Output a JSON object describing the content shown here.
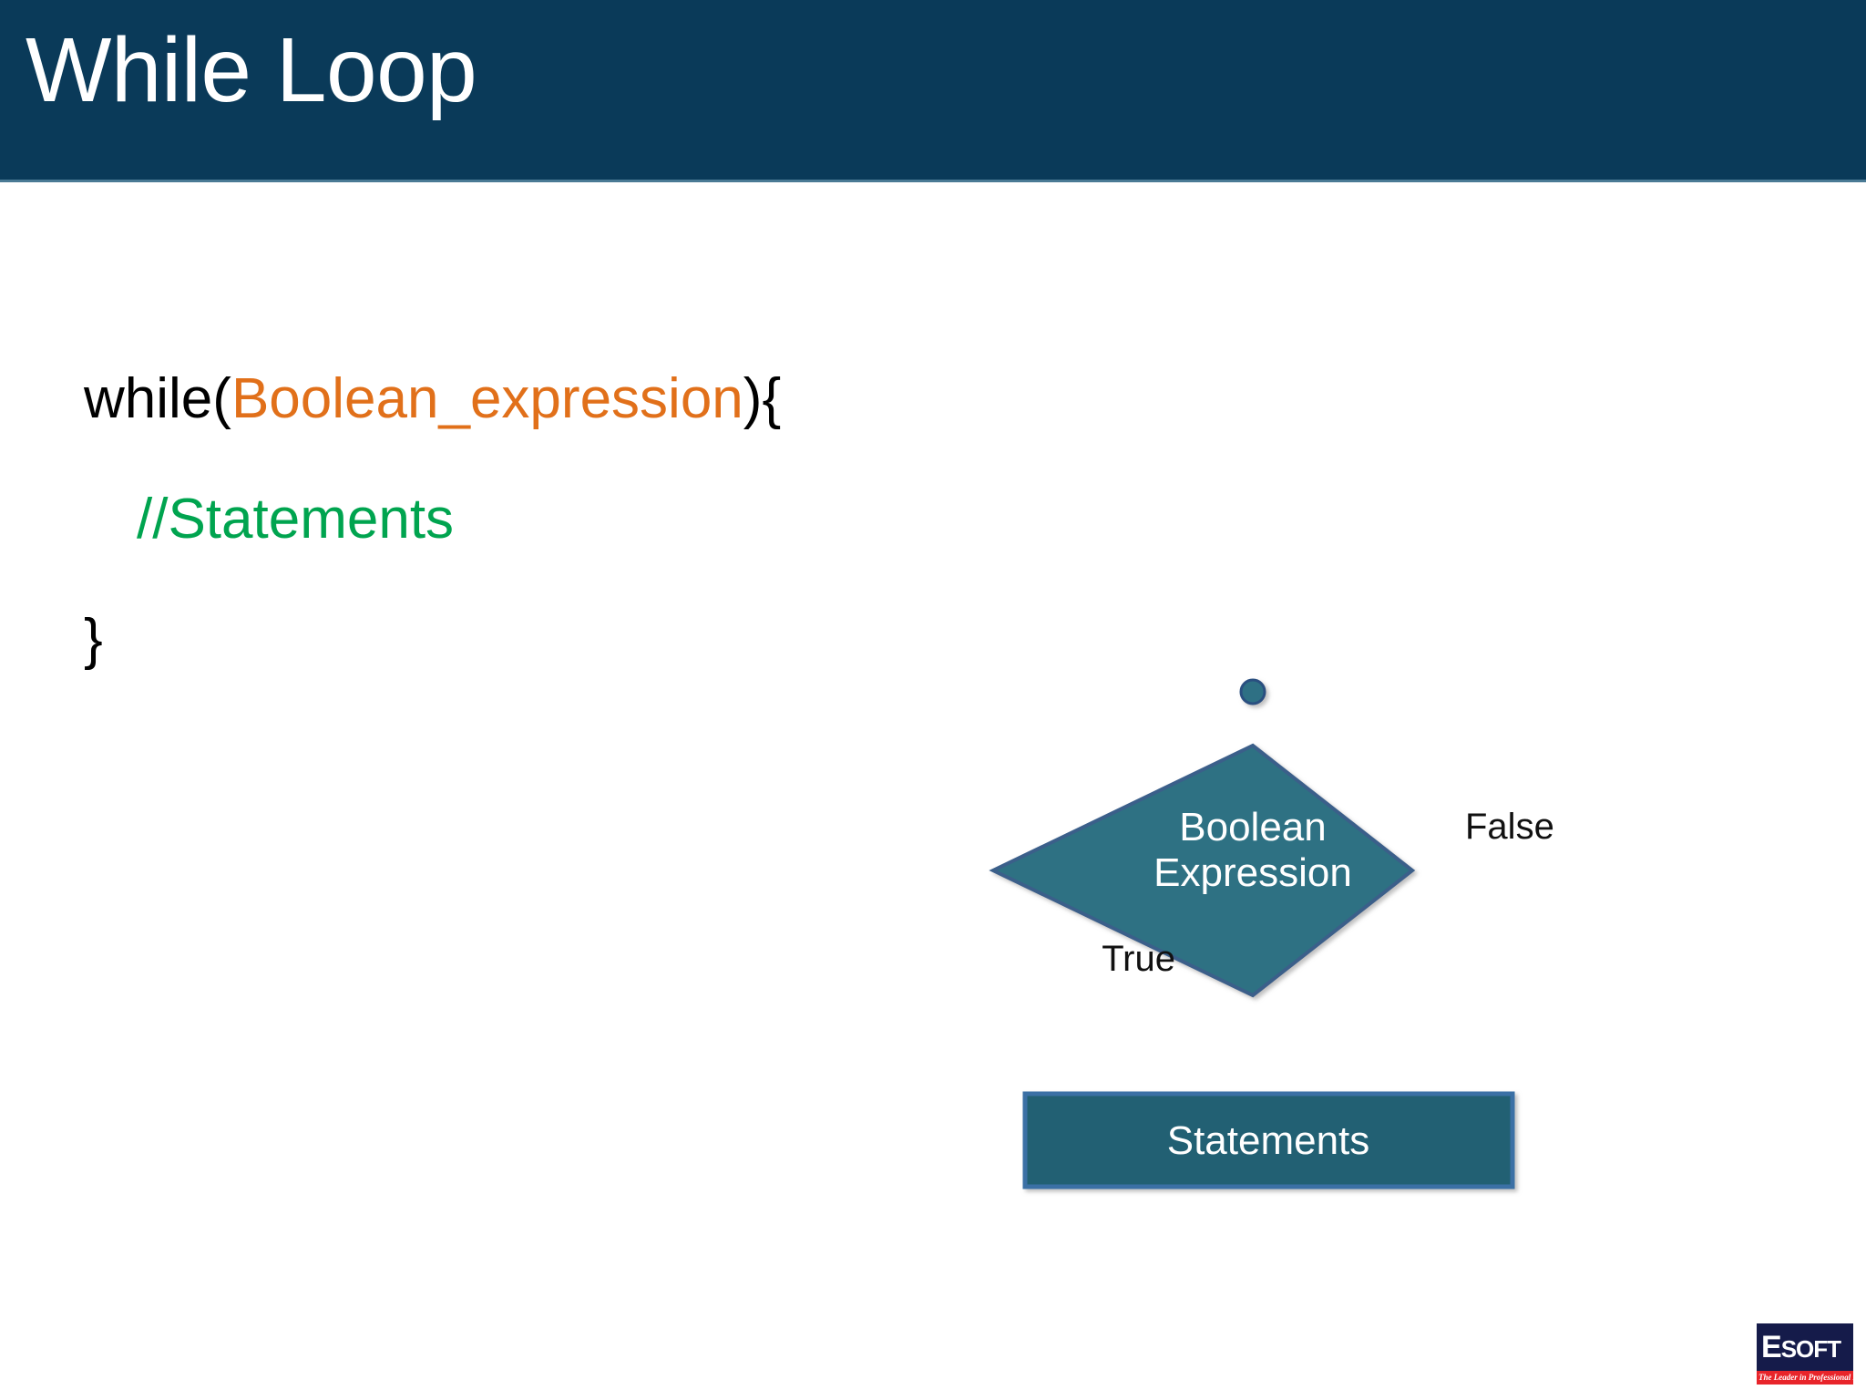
{
  "slide": {
    "title": "While Loop",
    "banner_color": "#0A3A59"
  },
  "code": {
    "line1_keyword": "while(",
    "line1_expression": "Boolean_expression",
    "line1_close": "){",
    "line2_comment": "//Statements",
    "line3_brace": "}",
    "colors": {
      "plain": "#000000",
      "expression": "#E1701A",
      "comment": "#00A44F"
    }
  },
  "flowchart": {
    "type": "flowchart",
    "junction_label": "",
    "decision_node": {
      "text_line1": "Boolean",
      "text_line2": "Expression",
      "shape": "diamond",
      "fill": "#2E7183",
      "stroke": "#3A5F8A"
    },
    "process_node": {
      "text": "Statements",
      "shape": "rectangle",
      "fill": "#236073",
      "stroke": "#3A6FA5"
    },
    "edges": [
      {
        "label": "True",
        "from": "decision",
        "to": "process"
      },
      {
        "label": "False",
        "from": "decision",
        "to": "exit"
      },
      {
        "label": "",
        "from": "process",
        "to": "junction"
      }
    ],
    "edge_color": "#000000"
  },
  "logo": {
    "word_e": "E",
    "word_soft": "SOFT",
    "tagline": "The Leader in Professional IT Education",
    "bg_color": "#151B4A",
    "bar_color": "#E8242A"
  }
}
